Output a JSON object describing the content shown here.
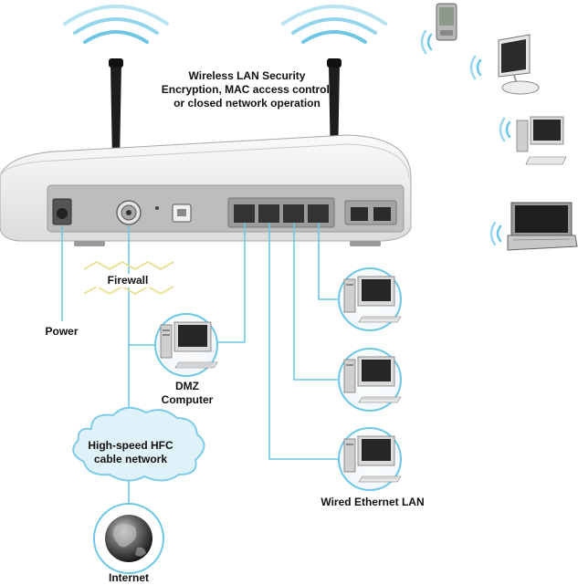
{
  "labels": {
    "wireless_security": [
      "Wireless LAN Security",
      "Encryption, MAC access control,",
      "or closed network operation"
    ],
    "firewall": "Firewall",
    "power": "Power",
    "dmz": [
      "DMZ",
      "Computer"
    ],
    "cable_network": [
      "High-speed HFC",
      "cable network"
    ],
    "wired_lan": "Wired Ethernet LAN",
    "internet": "Internet"
  },
  "router_panel": {
    "power_port": "POWER",
    "usb_port": "USB",
    "ethernet_ports": "ETHERNET",
    "tel_ports": "TEL 1   TEL 2"
  },
  "wireless_clients": [
    "pda-icon",
    "imac-icon",
    "desktop-icon",
    "laptop-icon"
  ],
  "wired_clients": [
    "desktop-icon",
    "desktop-icon",
    "desktop-icon"
  ],
  "colors": {
    "connector": "#6ec6e6",
    "signal": "#6ec6e6",
    "cloud_fill": "#dff1f9",
    "router_body": "#f2f2f2",
    "router_panel": "#bdbdbd"
  }
}
